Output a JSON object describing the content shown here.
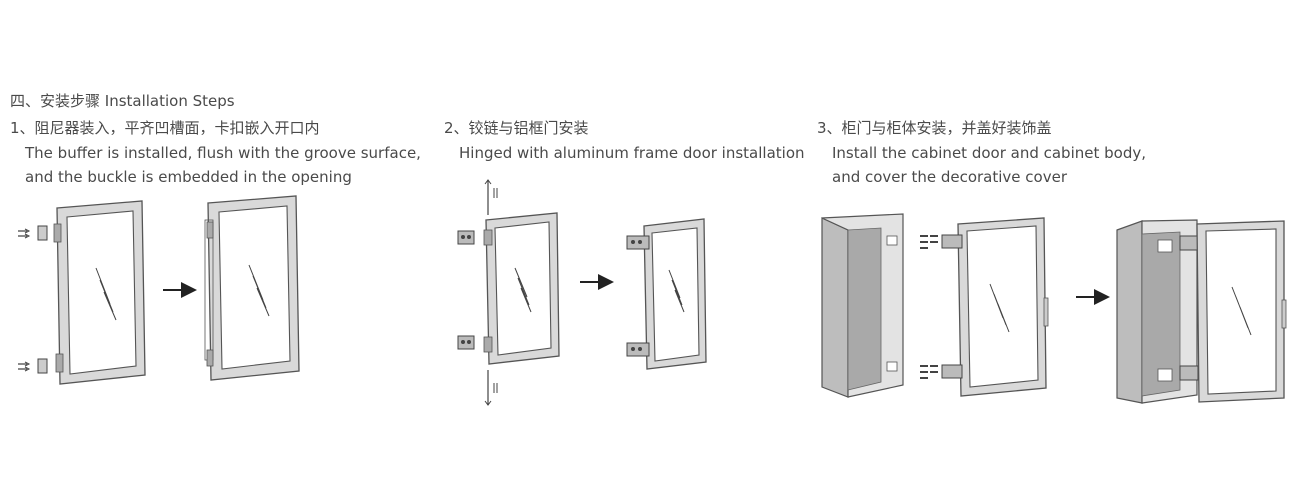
{
  "heading": "四、安装步骤 Installation Steps",
  "steps": [
    {
      "title": "1、阻尼器装入，平齐凹槽面，卡扣嵌入开口内",
      "desc_line1": "The buffer is installed, flush with the groove surface,",
      "desc_line2": "and the buckle is embedded in the opening"
    },
    {
      "title": "2、铰链与铝框门安装",
      "desc_line1": "Hinged with aluminum frame door installation"
    },
    {
      "title": "3、柜门与柜体安装，并盖好装饰盖",
      "desc_line1": "Install the cabinet door and cabinet body,",
      "desc_line2": "and cover the decorative cover"
    }
  ],
  "colors": {
    "text": "#4a4a4a",
    "frame_stroke": "#555555",
    "frame_fill": "#d9d9d9",
    "glass": "#ffffff",
    "cabinet_side": "#bdbdbd",
    "cabinet_inner": "#a9a9a9",
    "arrow": "#222222"
  }
}
